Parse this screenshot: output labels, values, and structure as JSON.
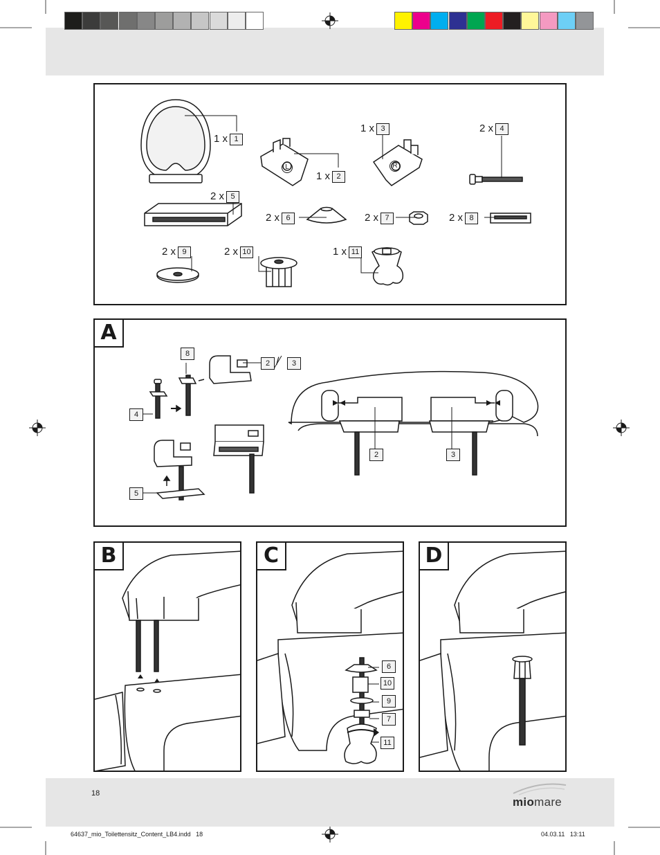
{
  "colors": {
    "gray_swatches": [
      "#1d1d1b",
      "#3c3c3b",
      "#575756",
      "#6f6f6e",
      "#878787",
      "#9d9d9c",
      "#b2b2b2",
      "#c6c6c6",
      "#dadada",
      "#ededed",
      "#ffffff"
    ],
    "color_swatches": [
      "#fff200",
      "#ec008c",
      "#00aeef",
      "#2e3192",
      "#00a651",
      "#ed1c24",
      "#231f20",
      "#fff799",
      "#f49ac1",
      "#6dcff6",
      "#939598"
    ],
    "band": "#e6e6e6",
    "line": "#1a1a1a"
  },
  "parts": [
    {
      "qty": "1 x",
      "num": "1",
      "icon": "seat-icon"
    },
    {
      "qty": "1 x",
      "num": "2",
      "icon": "hinge-left-icon"
    },
    {
      "qty": "1 x",
      "num": "3",
      "icon": "hinge-right-icon"
    },
    {
      "qty": "2 x",
      "num": "4",
      "icon": "bolt-icon"
    },
    {
      "qty": "2 x",
      "num": "5",
      "icon": "plate-icon"
    },
    {
      "qty": "2 x",
      "num": "6",
      "icon": "cone-washer-icon"
    },
    {
      "qty": "2 x",
      "num": "7",
      "icon": "nut-icon"
    },
    {
      "qty": "2 x",
      "num": "8",
      "icon": "clip-icon"
    },
    {
      "qty": "2 x",
      "num": "9",
      "icon": "washer-icon"
    },
    {
      "qty": "2 x",
      "num": "10",
      "icon": "bushing-icon"
    },
    {
      "qty": "1 x",
      "num": "11",
      "icon": "wrench-icon"
    }
  ],
  "hinge_marks": {
    "left": "L",
    "right": "R"
  },
  "sections": {
    "a": {
      "letter": "A",
      "labels": {
        "clip": "8",
        "hinge_pair_2": "2",
        "slash": "/",
        "hinge_pair_3": "3",
        "bolt": "4",
        "plate": "5",
        "left_hinge": "2",
        "right_hinge": "3"
      }
    },
    "b": {
      "letter": "B"
    },
    "c": {
      "letter": "C",
      "labels": [
        "6",
        "10",
        "9",
        "7",
        "11"
      ]
    },
    "d": {
      "letter": "D"
    }
  },
  "footer": {
    "page_number": "18",
    "brand_light": "mio",
    "brand_bold": "mare",
    "file_name": "64637_mio_Toilettensitz_Content_LB4.indd   18",
    "date_time": "04.03.11   13:11"
  }
}
